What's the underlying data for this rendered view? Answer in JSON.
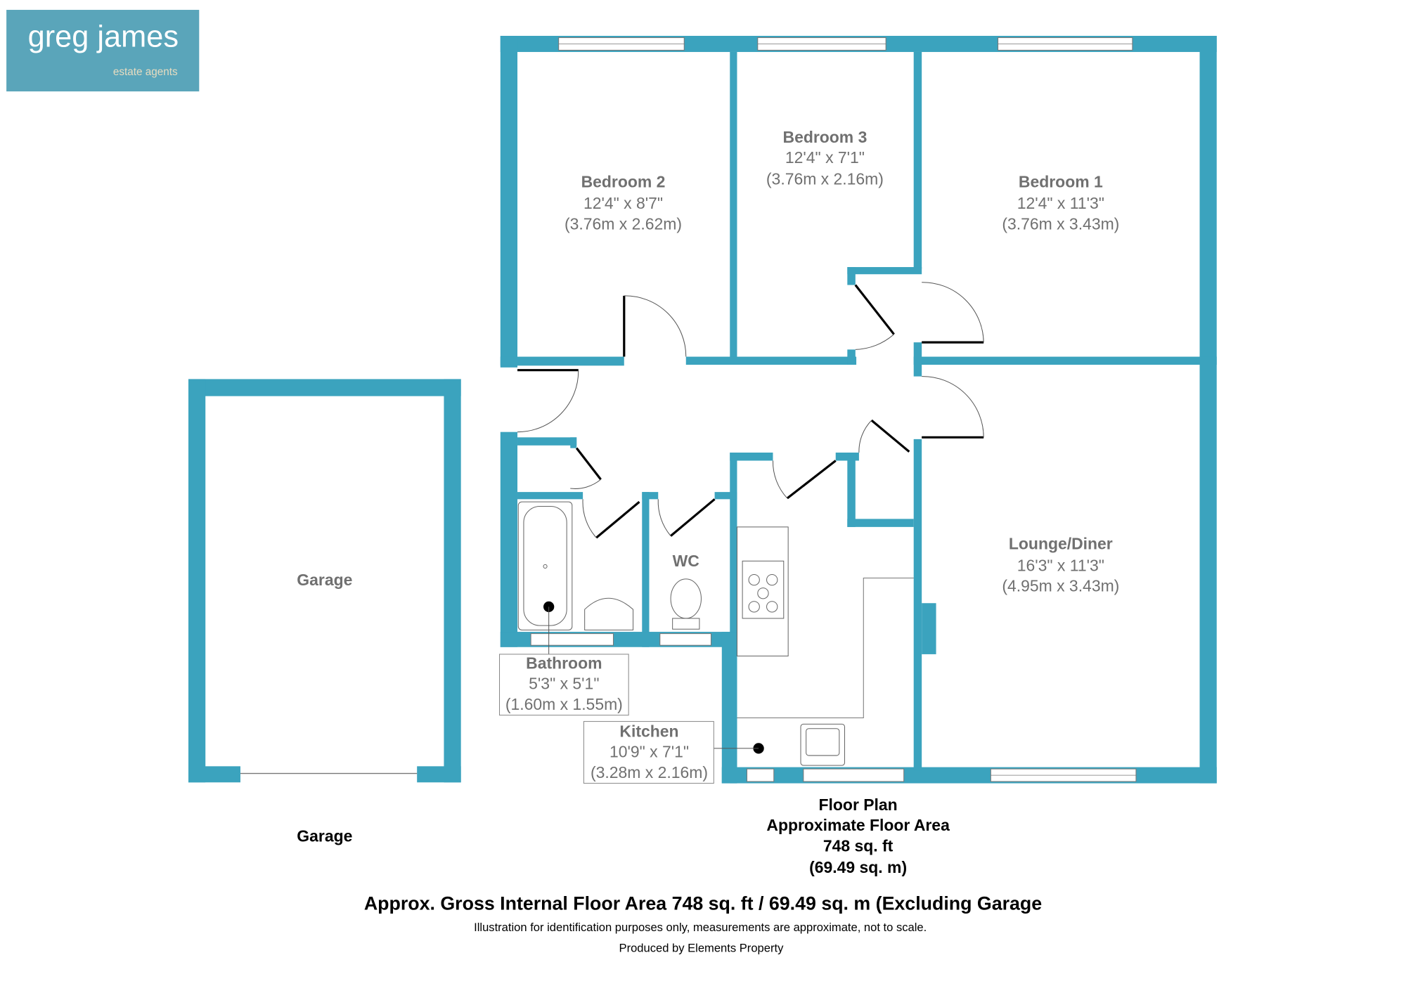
{
  "logo": {
    "name": "greg james",
    "tagline": "estate agents",
    "color": "#5aa5ba"
  },
  "wall_color": "#3ba3be",
  "rooms": [
    {
      "name": "Bedroom 2",
      "imperial": "12'4\" x 8'7\"",
      "metric": "(3.76m x 2.62m)"
    },
    {
      "name": "Bedroom 3",
      "imperial": "12'4\" x 7'1\"",
      "metric": "(3.76m x 2.16m)"
    },
    {
      "name": "Bedroom 1",
      "imperial": "12'4\" x 11'3\"",
      "metric": "(3.76m x 3.43m)"
    },
    {
      "name": "Lounge/Diner",
      "imperial": "16'3\" x 11'3\"",
      "metric": "(4.95m x 3.43m)"
    },
    {
      "name": "Bathroom",
      "imperial": "5'3\" x 5'1\"",
      "metric": "(1.60m x 1.55m)"
    },
    {
      "name": "Kitchen",
      "imperial": "10'9\" x 7'1\"",
      "metric": "(3.28m x 2.16m)"
    },
    {
      "name": "WC"
    },
    {
      "name": "Garage"
    }
  ],
  "garage_caption": "Garage",
  "floor_caption": [
    "Floor Plan",
    "Approximate Floor Area",
    "748 sq. ft",
    "(69.49 sq. m)"
  ],
  "footer": {
    "headline": "Approx. Gross Internal Floor Area 748 sq. ft / 69.49 sq. m (Excluding Garage",
    "disclaimer": "Illustration for identification purposes only, measurements are approximate, not to scale.",
    "credit": "Produced by Elements Property"
  }
}
